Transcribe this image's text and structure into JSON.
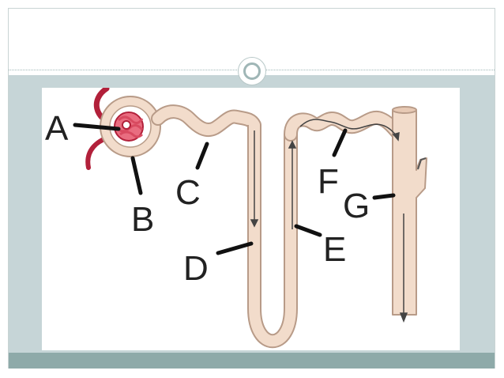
{
  "diagram": {
    "labels": {
      "a": "A",
      "b": "B",
      "c": "C",
      "d": "D",
      "e": "E",
      "f": "F",
      "g": "G"
    },
    "colors": {
      "slide_band": "#c6d5d7",
      "footer_band": "#8eaaa9",
      "tubule_fill": "#f2dccb",
      "tubule_stroke": "#b89b88",
      "blood_vessel": "#b2203a",
      "capillary": "#d84a60",
      "label_text": "#222222",
      "leader_line": "#111111"
    }
  }
}
